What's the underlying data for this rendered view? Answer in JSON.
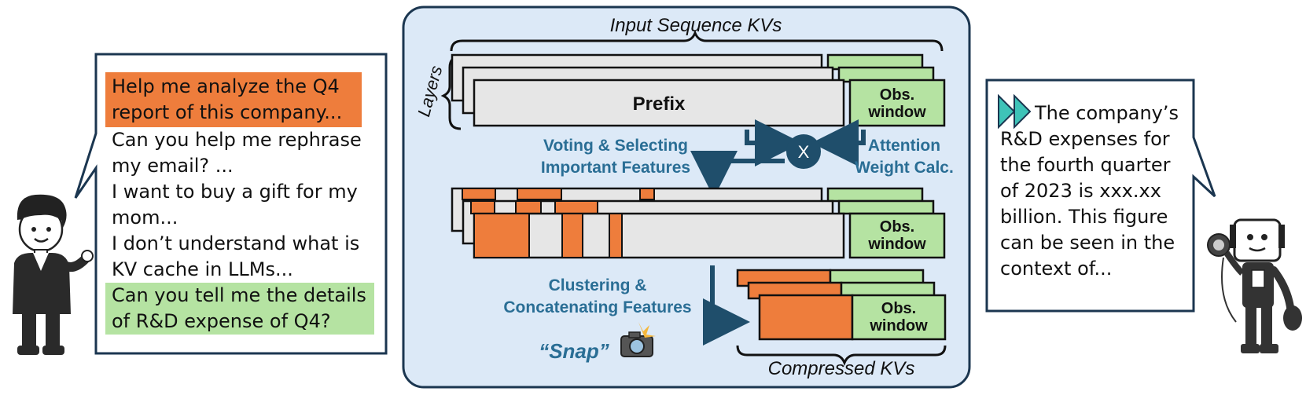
{
  "colors": {
    "panel_bg": "#dce9f7",
    "panel_border": "#1b3650",
    "orange": "#ee7d3c",
    "green": "#b5e3a2",
    "gray": "#e6e6e6",
    "accent_text": "#2a6e95",
    "arrow": "#1f4e6b"
  },
  "panel": {
    "top_label": "Input Sequence KVs",
    "layers_label": "Layers",
    "prefix_label": "Prefix",
    "obs_window_label_line1": "Obs.",
    "obs_window_label_line2": "window",
    "multiply_symbol": "X",
    "voting_line1": "Voting & Selecting",
    "voting_line2": "Important Features",
    "attention_line1": "Attention",
    "attention_line2": "Weight Calc.",
    "clustering_line1": "Clustering &",
    "clustering_line2": "Concatenating Features",
    "snap_label": "“Snap”",
    "bottom_label": "Compressed KVs"
  },
  "left_bubble": {
    "queries": [
      {
        "lines": [
          "Help me analyze the Q4",
          "report of this company..."
        ],
        "highlight": "orange"
      },
      {
        "lines": [
          "Can you help me rephrase",
          "my email? ..."
        ],
        "highlight": "none"
      },
      {
        "lines": [
          "I want to buy a gift for my",
          "mom..."
        ],
        "highlight": "none"
      },
      {
        "lines": [
          "I don’t understand what is",
          "KV cache in LLMs..."
        ],
        "highlight": "none"
      },
      {
        "lines": [
          "Can you tell me the details",
          "of R&D expense of Q4?"
        ],
        "highlight": "green"
      }
    ]
  },
  "right_bubble": {
    "lines": [
      "The company’s",
      "R&D expenses for",
      "the fourth quarter",
      "of 2023 is xxx.xx",
      "billion. This figure",
      "can be seen in the",
      "context of..."
    ],
    "icon": "fast-forward-icon"
  },
  "icons": {
    "person": "person-icon",
    "robot": "robot-photographer-icon",
    "camera": "camera-flash-icon"
  }
}
